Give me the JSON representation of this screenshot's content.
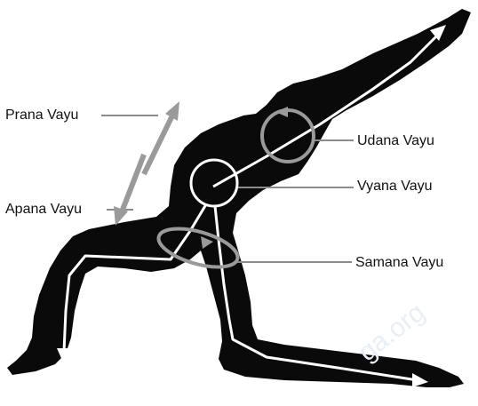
{
  "labels": {
    "prana": "Prana Vayu",
    "apana": "Apana Vayu",
    "udana": "Udana Vayu",
    "vyana": "Vyana Vayu",
    "samana": "Samana Vayu"
  },
  "watermark": "ga.org",
  "colors": {
    "silhouette": "#0a0a0a",
    "flow_lines": "#ffffff",
    "udana_samana_rings": "#9a9a9a",
    "prana_apana_arrows": "#9a9a9a",
    "leader_lines": "#8c8c8c",
    "watermark": "#e9eff6"
  }
}
